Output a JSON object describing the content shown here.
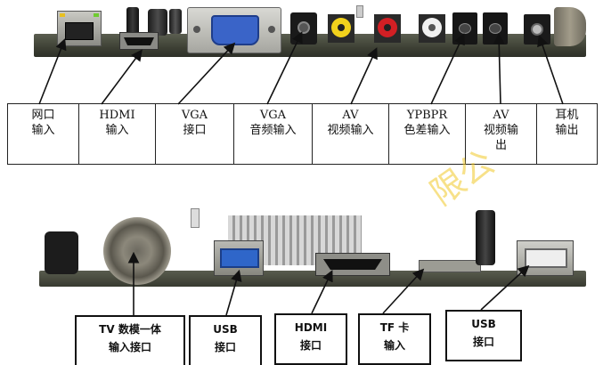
{
  "top_labels": [
    {
      "line1": "网口",
      "line2": "输入",
      "line3": ""
    },
    {
      "line1": "HDMI",
      "line2": "输入",
      "line3": ""
    },
    {
      "line1": "VGA",
      "line2": "接口",
      "line3": ""
    },
    {
      "line1": "VGA",
      "line2": "音频输入",
      "line3": ""
    },
    {
      "line1": "AV",
      "line2": "视频输入",
      "line3": ""
    },
    {
      "line1": "YPBPR",
      "line2": "色差输入",
      "line3": ""
    },
    {
      "line1": "AV",
      "line2": "视频输",
      "line3": "出"
    },
    {
      "line1": "耳机",
      "line2": "输出",
      "line3": ""
    }
  ],
  "bottom_labels": [
    {
      "line1": "TV 数模一体",
      "line2": "输入接口"
    },
    {
      "line1": "USB",
      "line2": "接口"
    },
    {
      "line1": "HDMI",
      "line2": "接口"
    },
    {
      "line1": "TF 卡",
      "line2": "输入"
    },
    {
      "line1": "USB",
      "line2": "接口"
    }
  ],
  "watermark": "限公",
  "colors": {
    "vga_blue": "#3a64c8",
    "usb_blue": "#2f66c9",
    "av_yellow": "#f2d21c",
    "av_red": "#d21f24",
    "av_white": "#f0f0f0",
    "pcb_green": "#3d4034"
  }
}
